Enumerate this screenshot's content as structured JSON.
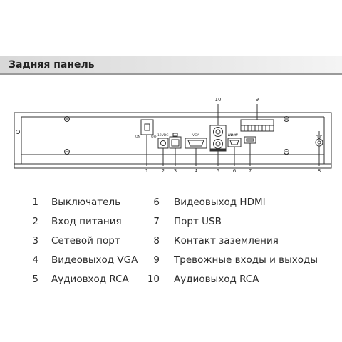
{
  "header": {
    "title": "Задняя панель"
  },
  "panel": {
    "switch_on": "ON",
    "switch_off": "OFF",
    "power_label": "12VDC",
    "vga_label": "VGA",
    "hdmi_label": "HDMI",
    "callout_numbers": [
      "1",
      "2",
      "3",
      "4",
      "5",
      "6",
      "7",
      "8",
      "9",
      "10"
    ]
  },
  "legend": [
    {
      "num": "1",
      "label": "Выключатель"
    },
    {
      "num": "2",
      "label": "Вход питания"
    },
    {
      "num": "3",
      "label": "Сетевой порт"
    },
    {
      "num": "4",
      "label": "Видеовыход VGA"
    },
    {
      "num": "5",
      "label": "Аудиовход RCA"
    },
    {
      "num": "6",
      "label": "Видеовыход HDMI"
    },
    {
      "num": "7",
      "label": "Порт USB"
    },
    {
      "num": "8",
      "label": "Контакт заземления"
    },
    {
      "num": "9",
      "label": "Тревожные входы и выходы"
    },
    {
      "num": "10",
      "label": "Аудиовыход RCA"
    }
  ],
  "colors": {
    "header_border": "#9a9a9a",
    "line": "#333333"
  }
}
